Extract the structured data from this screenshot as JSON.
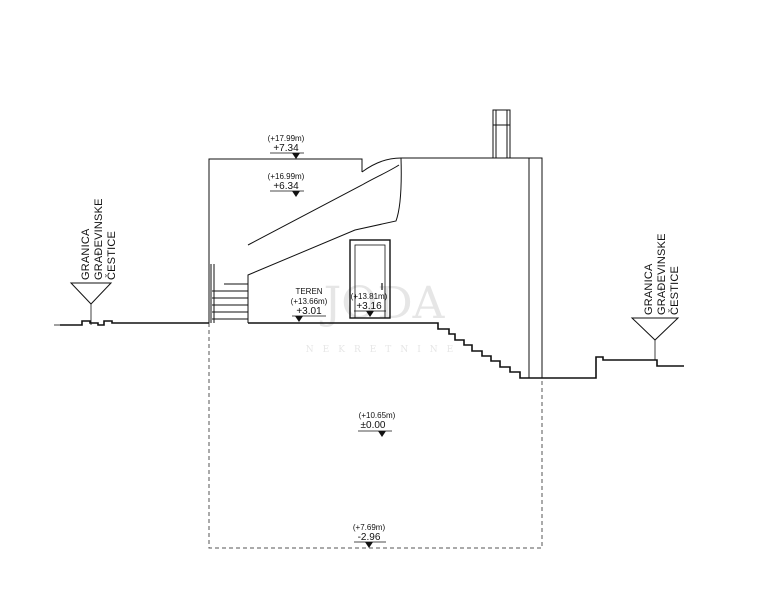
{
  "boundary_left": {
    "lines": [
      "GRANICA",
      "GRAĐEVINSKE",
      "ČESTICE"
    ]
  },
  "boundary_right": {
    "lines": [
      "GRANICA",
      "GRAĐEVINSKE",
      "ČESTICE"
    ]
  },
  "levels": {
    "roof": {
      "abs": "(+17.99m)",
      "rel": "+7.34"
    },
    "upper": {
      "abs": "(+16.99m)",
      "rel": "+6.34"
    },
    "terrain": {
      "label": "TEREN",
      "abs": "(+13.66m)",
      "rel": "+3.01"
    },
    "door": {
      "abs": "(+13.81m)",
      "rel": "+3.16"
    },
    "ground": {
      "abs": "(+10.65m)",
      "rel": "±0.00"
    },
    "basement": {
      "abs": "(+7.69m)",
      "rel": "-2.96"
    }
  },
  "watermark": {
    "logo": "JODA",
    "sub": "NEKRETNINE"
  },
  "colors": {
    "line": "#111111",
    "dashed": "#555555",
    "watermark": "#e6e6e6"
  }
}
